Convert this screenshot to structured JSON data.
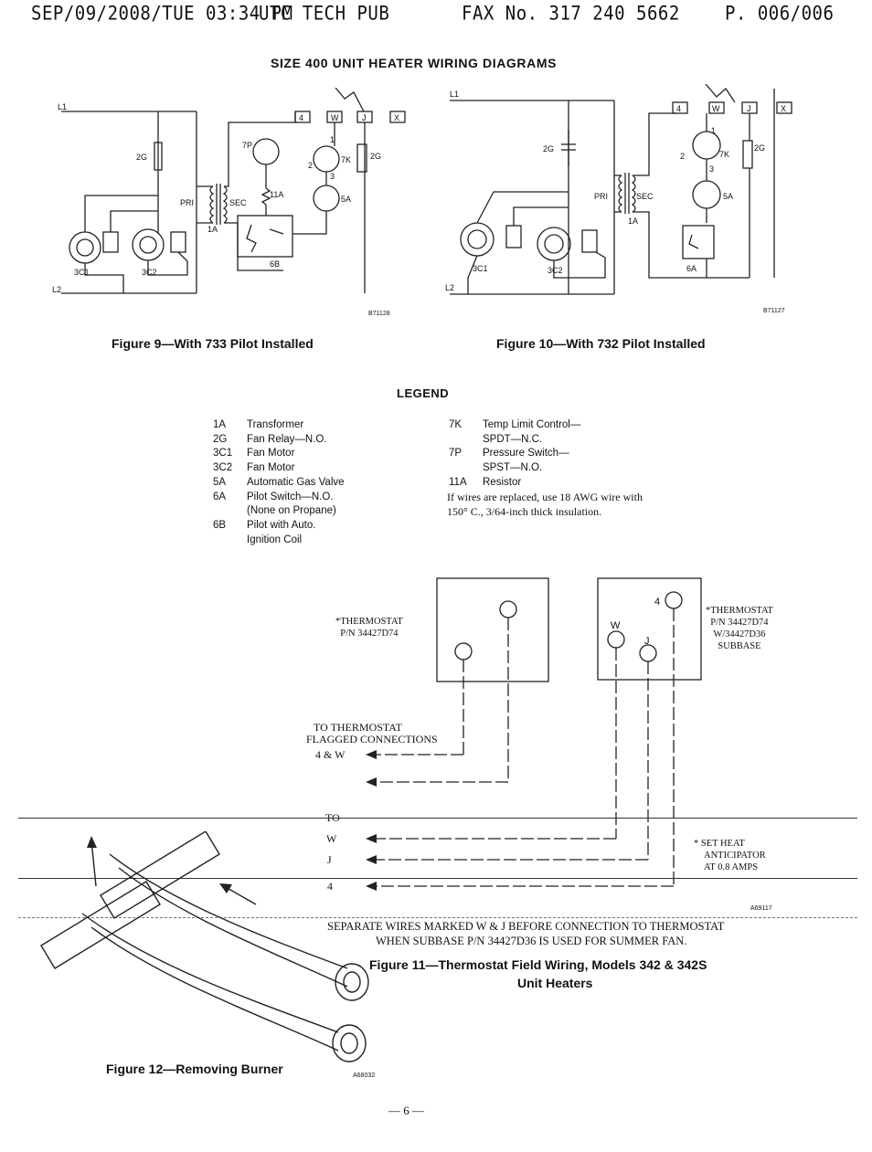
{
  "fax_header": {
    "datetime": "SEP/09/2008/TUE 03:34 PM",
    "sender": "UTC TECH PUB",
    "fax_number": "FAX No. 317 240 5662",
    "page": "P. 006/006"
  },
  "title": "SIZE 400 UNIT HEATER WIRING DIAGRAMS",
  "figure9": {
    "caption": "Figure 9—With 733 Pilot Installed",
    "code": "B71128",
    "labels": {
      "l1": "L1",
      "l2": "L2",
      "t4": "4",
      "tw": "W",
      "tj": "J",
      "tx": "X",
      "fan_relay": "2G",
      "pressure_switch": "7P",
      "temp_limit": "7K",
      "resistor": "11A",
      "valve": "5A",
      "pri": "PRI",
      "sec": "SEC",
      "transformer": "1A",
      "pilot": "6B",
      "motor1": "3C1",
      "motor2": "3C2",
      "relay_fan": "2G",
      "pin1": "1",
      "pin2": "2",
      "pin3": "3"
    }
  },
  "figure10": {
    "caption": "Figure 10—With 732 Pilot Installed",
    "code": "B71127",
    "labels": {
      "l1": "L1",
      "l2": "L2",
      "t4": "4",
      "tw": "W",
      "tj": "J",
      "tx": "X",
      "fan_relay": "2G",
      "temp_limit": "7K",
      "valve": "5A",
      "pri": "PRI",
      "sec": "SEC",
      "transformer": "1A",
      "pilot_switch": "6A",
      "motor1": "3C1",
      "motor2": "3C2",
      "relay_fan": "2G",
      "pin1": "1",
      "pin2": "2",
      "pin3": "3"
    }
  },
  "legend": {
    "title": "LEGEND",
    "left": [
      {
        "code": "1A",
        "desc": "Transformer"
      },
      {
        "code": "2G",
        "desc": "Fan Relay—N.O."
      },
      {
        "code": "3C1",
        "desc": "Fan Motor"
      },
      {
        "code": "3C2",
        "desc": "Fan Motor"
      },
      {
        "code": "5A",
        "desc": "Automatic Gas Valve"
      },
      {
        "code": "6A",
        "desc": "Pilot Switch—N.O."
      },
      {
        "code": "",
        "desc": "(None on Propane)"
      },
      {
        "code": "6B",
        "desc": "Pilot with Auto."
      },
      {
        "code": "",
        "desc": "Ignition Coil"
      }
    ],
    "right": [
      {
        "code": "7K",
        "desc": "Temp Limit Control—"
      },
      {
        "code": "",
        "desc": "SPDT—N.C."
      },
      {
        "code": "7P",
        "desc": "Pressure Switch—"
      },
      {
        "code": "",
        "desc": "SPST—N.O."
      },
      {
        "code": "11A",
        "desc": "Resistor"
      }
    ],
    "note_line1": "If wires are replaced, use 18 AWG wire with",
    "note_line2": "150° C., 3/64-inch thick insulation."
  },
  "figure11": {
    "thermostat1_line1": "*THERMOSTAT",
    "thermostat1_line2": "P/N 34427D74",
    "thermostat2_line1": "*THERMOSTAT",
    "thermostat2_line2": "P/N 34427D74",
    "thermostat2_line3": "W/34427D36",
    "thermostat2_line4": "SUBBASE",
    "terminal_4": "4",
    "terminal_w": "W",
    "terminal_j": "J",
    "to_thermostat": "TO THERMOSTAT",
    "flagged": "FLAGGED CONNECTIONS",
    "flag_4w": "4 & W",
    "to": "TO",
    "wire_w": "W",
    "wire_j": "J",
    "wire_4": "4",
    "anticipator_line1": "* SET HEAT",
    "anticipator_line2": "ANTICIPATOR",
    "anticipator_line3": "AT 0.8 AMPS",
    "code": "A69117",
    "separate_line1": "SEPARATE WIRES MARKED W & J BEFORE CONNECTION TO THERMOSTAT",
    "separate_line2": "WHEN SUBBASE P/N 34427D36 IS USED FOR SUMMER FAN.",
    "caption_line1": "Figure 11—Thermostat Field Wiring, Models 342 & 342S",
    "caption_line2": "Unit Heaters"
  },
  "figure12": {
    "caption": "Figure 12—Removing Burner",
    "code": "A68032"
  },
  "page_number": "— 6 —"
}
